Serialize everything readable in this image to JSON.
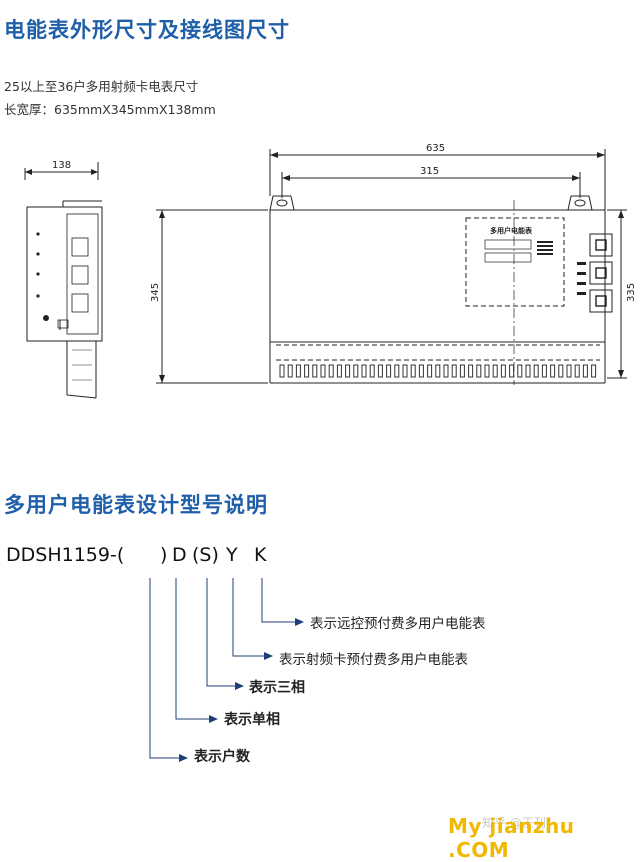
{
  "section1": {
    "title": "电能表外形尺寸及接线图尺寸",
    "line1": "25以上至36户多用射频卡电表尺寸",
    "line2": "长宽厚：635mmX345mmX138mm"
  },
  "drawing": {
    "dim_side_width": "138",
    "dim_total_width": "635",
    "dim_inner_width": "315",
    "dim_height_left": "345",
    "dim_height_right": "335",
    "panel_label": "多用户电能表"
  },
  "section2": {
    "title": "多用户电能表设计型号说明",
    "model": {
      "prefix": "DDSH1159-(",
      "close": ")",
      "d": "D",
      "s": "(S)",
      "y": "Y",
      "k": "K"
    },
    "descriptions": {
      "k": "表示远控预付费多用户电能表",
      "y": "表示射频卡预付费多用户电能表",
      "s": "表示三相",
      "d": "表示单相",
      "p": "表示户数"
    }
  },
  "footer": {
    "watermark": "知乎 @王刊",
    "site": "My jianzhu .COM"
  },
  "colors": {
    "heading": "#1f5ea8",
    "site": "#f0b800",
    "arrow": "#1f3f7a"
  }
}
